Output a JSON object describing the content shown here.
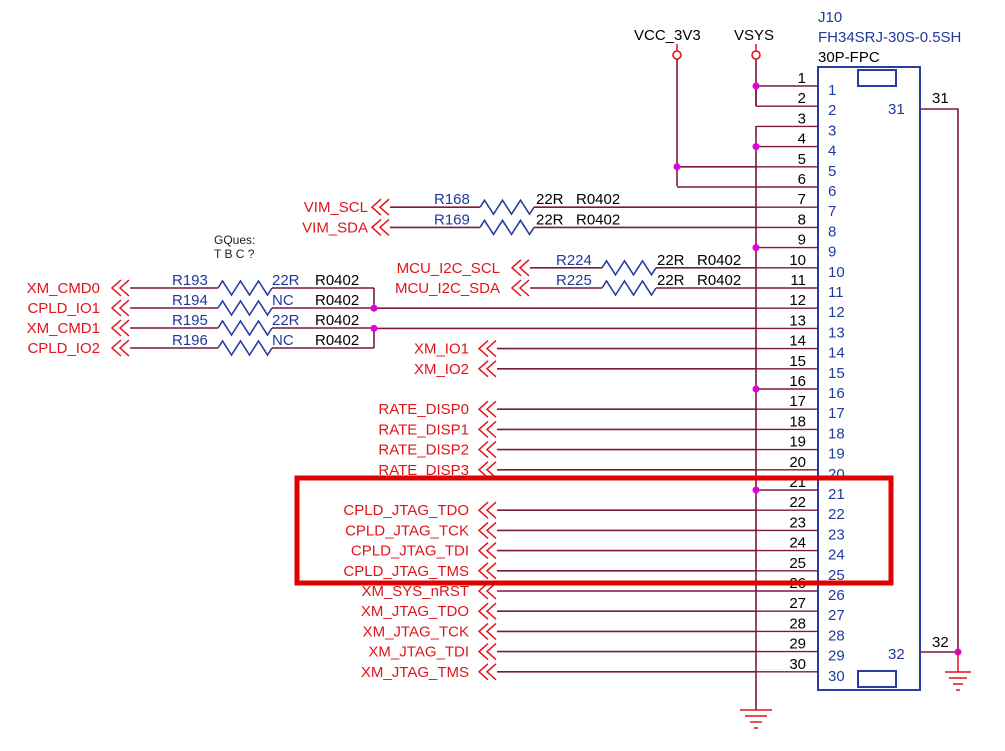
{
  "connector": {
    "ref": "J10",
    "part": "FH34SRJ-30S-0.5SH",
    "package": "30P-FPC",
    "pin_numbers": [
      "1",
      "2",
      "3",
      "4",
      "5",
      "6",
      "7",
      "8",
      "9",
      "10",
      "11",
      "12",
      "13",
      "14",
      "15",
      "16",
      "17",
      "18",
      "19",
      "20",
      "21",
      "22",
      "23",
      "24",
      "25",
      "26",
      "27",
      "28",
      "29",
      "30"
    ],
    "net_numbers": [
      "1",
      "2",
      "3",
      "4",
      "5",
      "6",
      "7",
      "8",
      "9",
      "10",
      "11",
      "12",
      "13",
      "14",
      "15",
      "16",
      "17",
      "18",
      "19",
      "20",
      "21",
      "22",
      "23",
      "24",
      "25",
      "26",
      "27",
      "28",
      "29",
      "30"
    ],
    "shield": [
      {
        "pin": "31",
        "net": "31"
      },
      {
        "pin": "32",
        "net": "32"
      }
    ]
  },
  "power": {
    "vcc": "VCC_3V3",
    "vsys": "VSYS"
  },
  "resistors_top": [
    {
      "ref": "R168",
      "value": "22R",
      "package": "R0402",
      "net": "VIM_SCL"
    },
    {
      "ref": "R169",
      "value": "22R",
      "package": "R0402",
      "net": "VIM_SDA"
    }
  ],
  "resistors_mcu": [
    {
      "ref": "R224",
      "value": "22R",
      "package": "R0402",
      "net": "MCU_I2C_SCL"
    },
    {
      "ref": "R225",
      "value": "22R",
      "package": "R0402",
      "net": "MCU_I2C_SDA"
    }
  ],
  "resistors_xm": [
    {
      "ref": "R193",
      "value": "22R",
      "package": "R0402",
      "net": "XM_CMD0"
    },
    {
      "ref": "R194",
      "value": "NC",
      "package": "R0402",
      "net": "CPLD_IO1"
    },
    {
      "ref": "R195",
      "value": "22R",
      "package": "R0402",
      "net": "XM_CMD1"
    },
    {
      "ref": "R196",
      "value": "NC",
      "package": "R0402",
      "net": "CPLD_IO2"
    }
  ],
  "note": {
    "line1": "GQues:",
    "line2": "T B C ?"
  },
  "nets_direct": [
    "XM_IO1",
    "XM_IO2",
    "RATE_DISP0",
    "RATE_DISP1",
    "RATE_DISP2",
    "RATE_DISP3",
    "CPLD_JTAG_TDO",
    "CPLD_JTAG_TCK",
    "CPLD_JTAG_TDI",
    "CPLD_JTAG_TMS",
    "XM_SYS_nRST",
    "XM_JTAG_TDO",
    "XM_JTAG_TCK",
    "XM_JTAG_TDI",
    "XM_JTAG_TMS"
  ],
  "colors": {
    "wire": "#7a1a3c",
    "net_label": "#e0141a",
    "component": "#1f3a9c",
    "junction": "#e000e0",
    "highlight": "#e00000"
  }
}
